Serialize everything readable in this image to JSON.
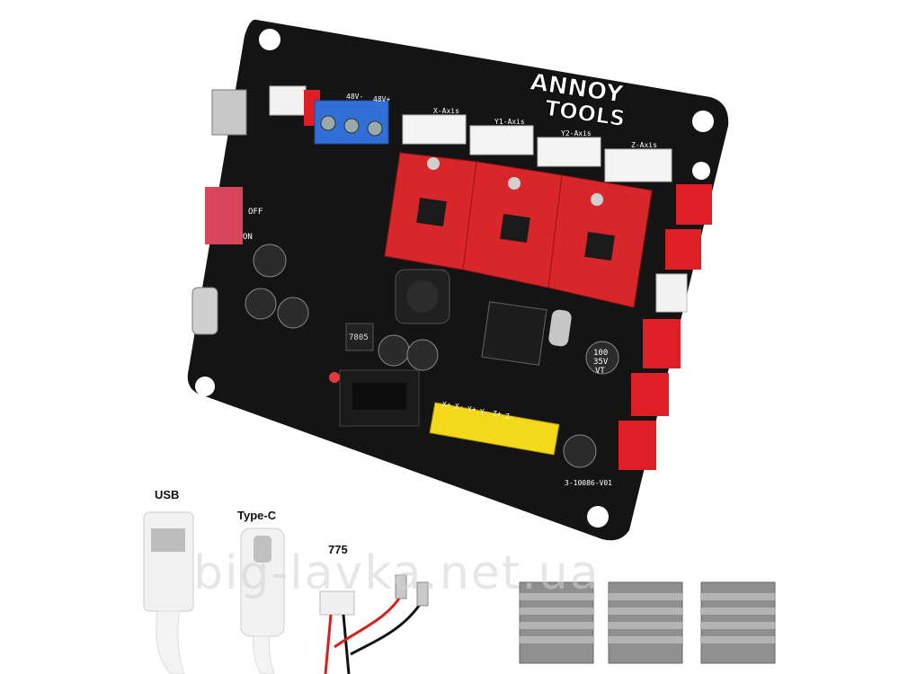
{
  "board": {
    "brand_line1": "ANNOY",
    "brand_line2": "TOOLS",
    "axis_labels": [
      "X-Axis",
      "Y1-Axis",
      "Y2-Axis",
      "Z-Axis"
    ],
    "switch_off": "OFF",
    "switch_on": "ON",
    "capacitor_text": [
      "100",
      "35V",
      "VT"
    ],
    "regulator_text": "7805",
    "pin_labels": [
      "X+",
      "X-",
      "Y+",
      "Y-",
      "Z+",
      "Z-"
    ],
    "terminal_labels": [
      "48V-",
      "48V+"
    ],
    "footer_code": "3-10086-V01"
  },
  "accessories": {
    "usb_label": "USB",
    "typec_label": "Type-C",
    "motor_label": "775"
  },
  "watermark": "big-lavka.net.ua",
  "colors": {
    "pcb": "#141414",
    "driver_red": "#d8262b",
    "connector_red": "#e01e26",
    "terminal_blue": "#2f6fd6",
    "header_yellow": "#f4d81a",
    "heatsink": "#9a9a9a"
  }
}
